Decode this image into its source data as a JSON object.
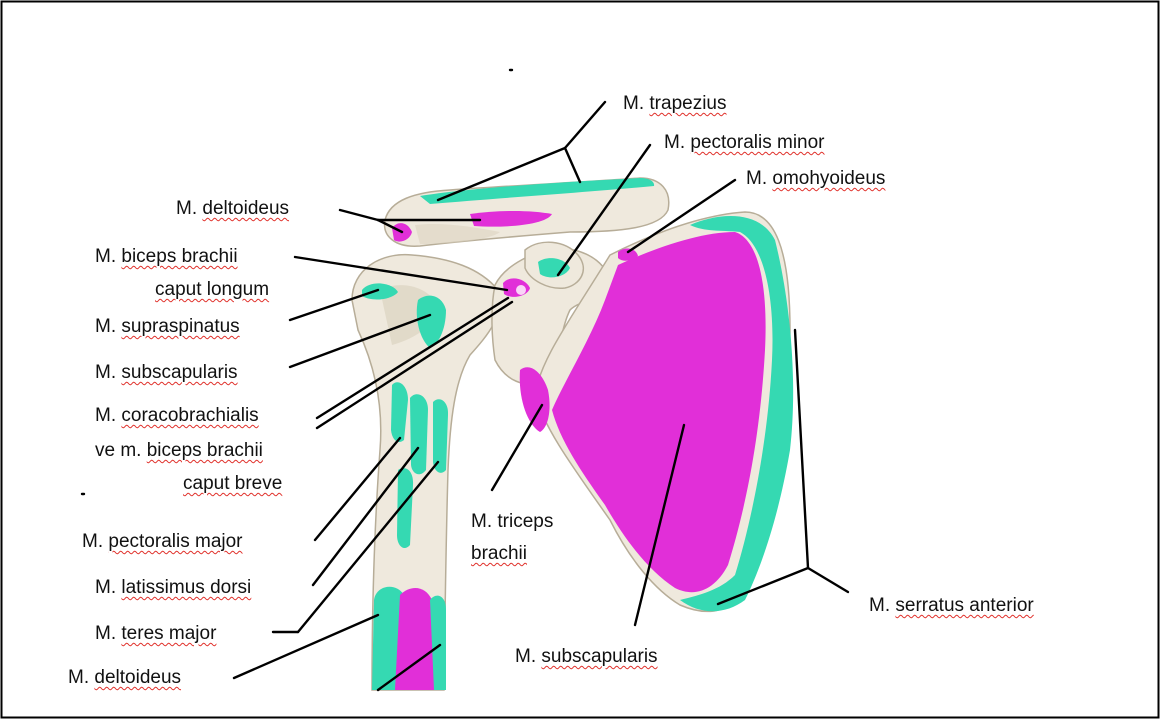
{
  "diagram": {
    "colors": {
      "bone": "#efe9dd",
      "bone_shade": "#d9d1bf",
      "muscle_origin": "#e12fd8",
      "muscle_insertion": "#35d9b2",
      "border": "#000000"
    },
    "labels": {
      "trapezius": {
        "prefix": "M.",
        "word": "trapezius"
      },
      "pectoralis_minor": {
        "prefix": "M.",
        "word": "pectoralis minor"
      },
      "omohyoideus": {
        "prefix": "M.",
        "word": "omohyoideus"
      },
      "deltoideus_top": {
        "prefix": "M.",
        "word": "deltoideus"
      },
      "biceps_longum_1": {
        "prefix": "M.",
        "word": "biceps brachii"
      },
      "biceps_longum_2": {
        "word": "caput longum"
      },
      "supraspinatus": {
        "prefix": "M.",
        "word": "supraspinatus"
      },
      "subscapularis_left": {
        "prefix": "M.",
        "word": "subscapularis"
      },
      "coraco_1": {
        "prefix": "M.",
        "word": "coracobrachialis"
      },
      "coraco_2": {
        "prefix": "ve m.",
        "word": "biceps brachii"
      },
      "coraco_3": {
        "word": "caput breve"
      },
      "pectoralis_major": {
        "prefix": "M.",
        "word": "pectoralis major"
      },
      "latissimus": {
        "prefix": "M.",
        "word": "latissimus dorsi"
      },
      "teres_major": {
        "prefix": "M.",
        "word": "teres major"
      },
      "deltoideus_bottom": {
        "prefix": "M.",
        "word": "deltoideus"
      },
      "triceps_1": {
        "prefix": "M.",
        "word": "triceps"
      },
      "triceps_2": {
        "word": "brachii"
      },
      "subscapularis_bottom": {
        "prefix": "M.",
        "word": "subscapularis"
      },
      "serratus": {
        "prefix": "M.",
        "word": "serratus anterior"
      }
    }
  }
}
